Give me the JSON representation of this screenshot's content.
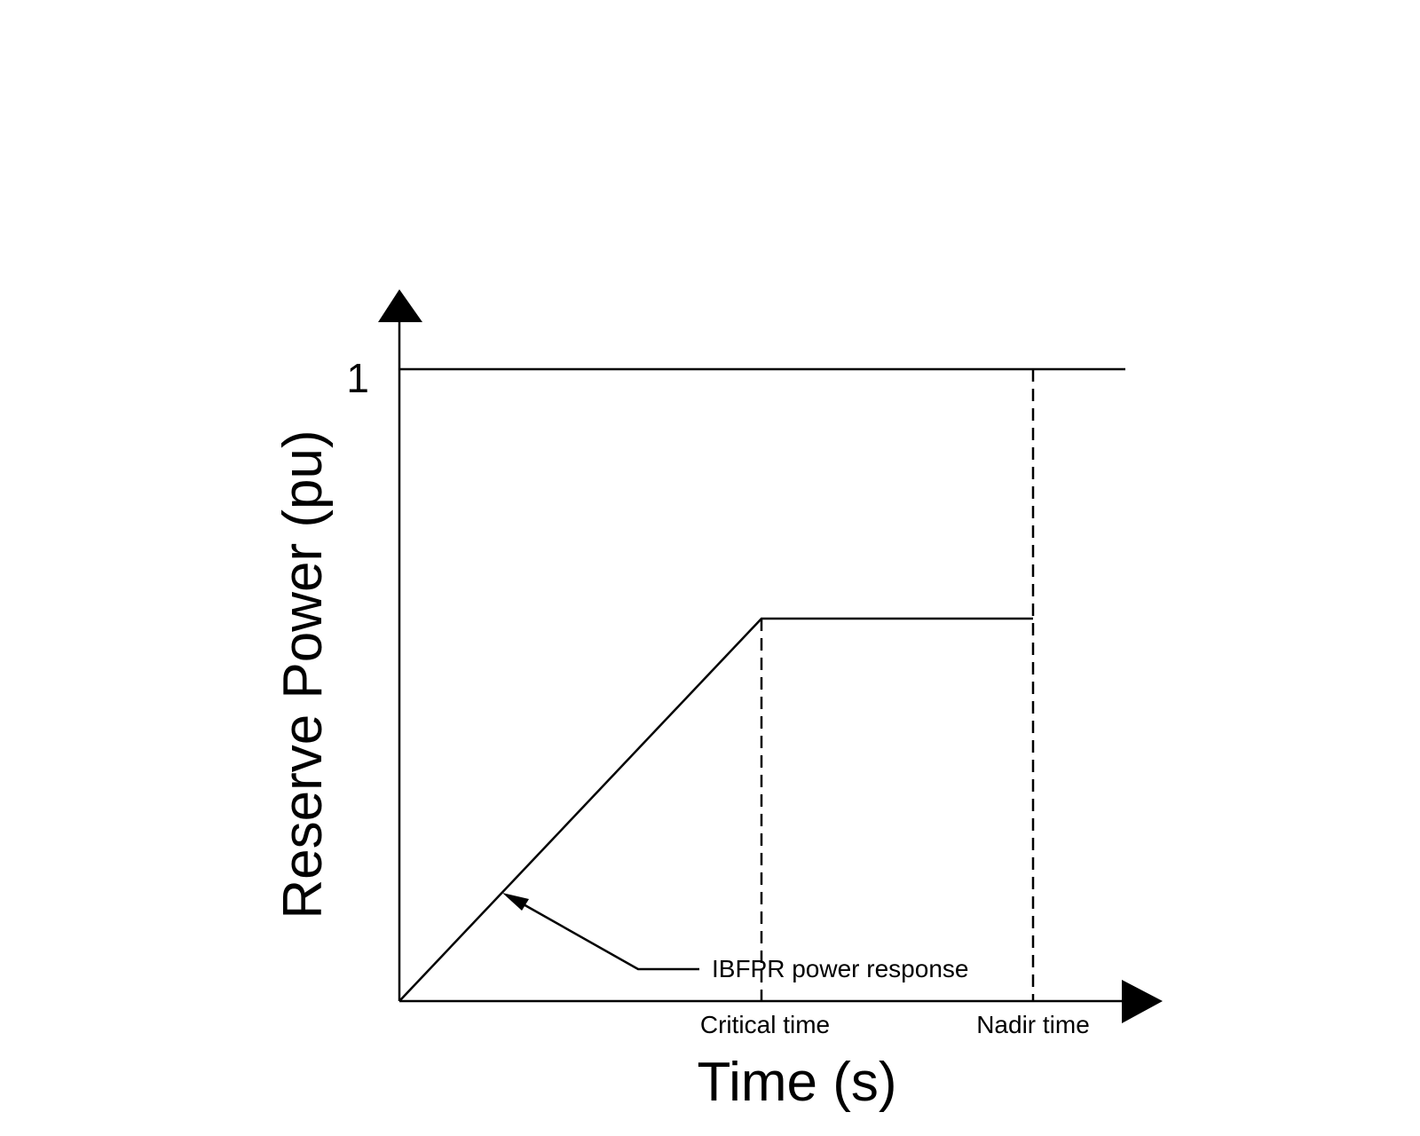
{
  "diagram": {
    "y_axis_label": "Reserve Power (pu)",
    "x_axis_label": "Time (s)",
    "y_tick_label": "1",
    "x_markers": [
      "Critical time",
      "Nadir time"
    ],
    "annotation": "IBFPR power response",
    "line_color": "#000000",
    "background": "#ffffff"
  }
}
